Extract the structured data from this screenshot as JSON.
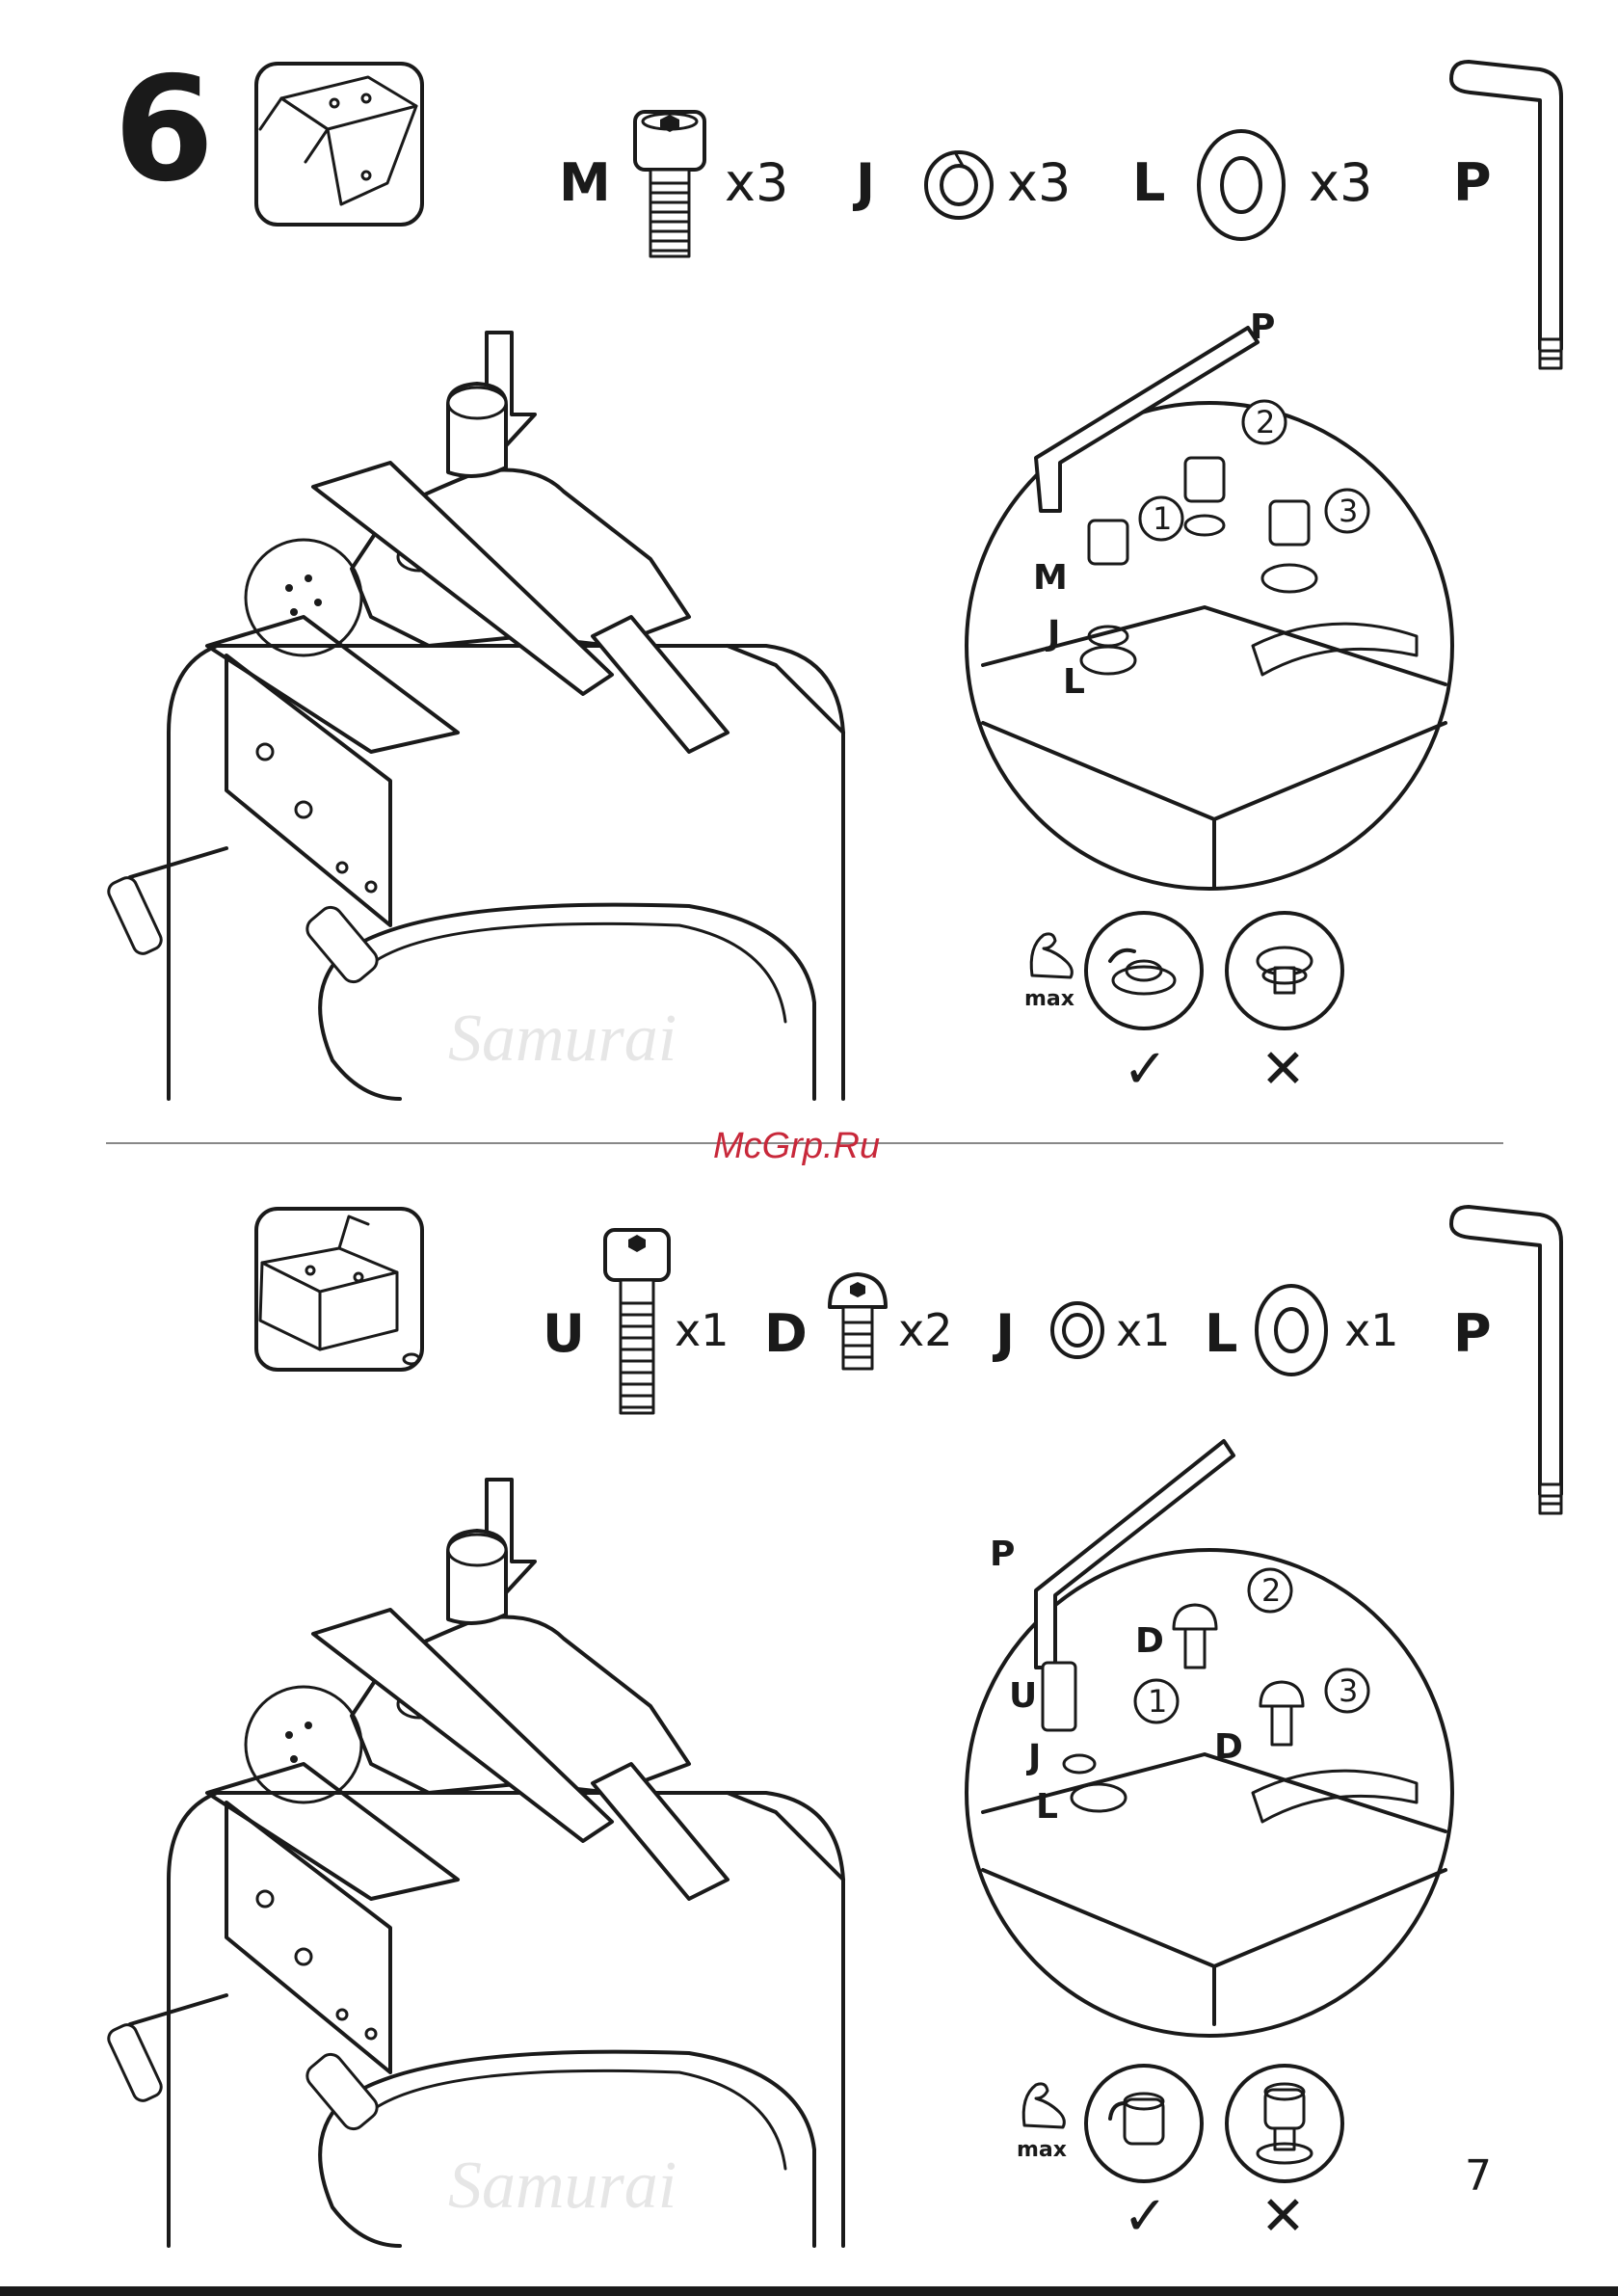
{
  "step": {
    "number": "6"
  },
  "part_a": {
    "parts": [
      {
        "letter": "M",
        "qty": "x3",
        "icon": "hex-socket-bolt-icon"
      },
      {
        "letter": "J",
        "qty": "x3",
        "icon": "spring-washer-icon"
      },
      {
        "letter": "L",
        "qty": "x3",
        "icon": "flat-washer-icon"
      },
      {
        "letter": "P",
        "qty": "",
        "icon": "allen-key-icon"
      }
    ],
    "detail": {
      "tool": "P",
      "bolt": "M",
      "spring_washer": "J",
      "washer": "L",
      "order": [
        "1",
        "2",
        "3"
      ]
    },
    "torque": {
      "label": "max",
      "ok": "✓",
      "bad": "✕"
    }
  },
  "part_b": {
    "parts": [
      {
        "letter": "U",
        "qty": "x1",
        "icon": "long-hex-bolt-icon"
      },
      {
        "letter": "D",
        "qty": "x2",
        "icon": "button-head-bolt-icon"
      },
      {
        "letter": "J",
        "qty": "x1",
        "icon": "spring-washer-icon"
      },
      {
        "letter": "L",
        "qty": "x1",
        "icon": "flat-washer-icon"
      },
      {
        "letter": "P",
        "qty": "",
        "icon": "allen-key-icon"
      }
    ],
    "detail": {
      "tool": "P",
      "bolt_long": "U",
      "bolt_button": "D",
      "spring_washer": "J",
      "washer": "L",
      "order": [
        "1",
        "2",
        "3"
      ]
    },
    "torque": {
      "label": "max",
      "ok": "✓",
      "bad": "✕"
    }
  },
  "watermark": "McGrp.Ru",
  "page_number": "7",
  "brand_watermark": "Samurai"
}
